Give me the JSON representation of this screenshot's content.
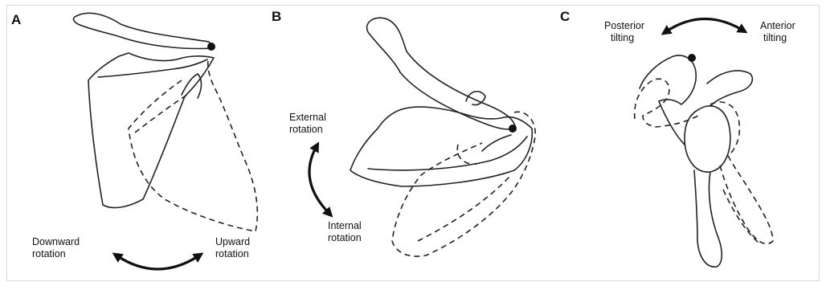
{
  "panels": [
    {
      "letter": "A",
      "labels": {
        "left": [
          "Downward",
          "rotation"
        ],
        "right": [
          "Upward",
          "rotation"
        ]
      }
    },
    {
      "letter": "B",
      "labels": {
        "top": [
          "External",
          "rotation"
        ],
        "bottom": [
          "Internal",
          "rotation"
        ]
      }
    },
    {
      "letter": "C",
      "labels": {
        "left": [
          "Posterior",
          "tilting"
        ],
        "right": [
          "Anterior",
          "tilting"
        ]
      }
    }
  ]
}
